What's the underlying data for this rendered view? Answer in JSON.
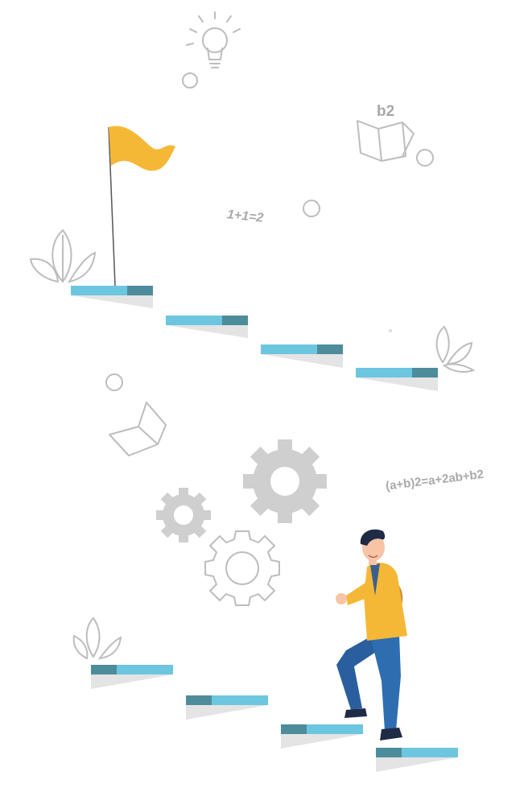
{
  "formulas": {
    "b_squared": "b2",
    "one_plus_one": "1+1=2",
    "binomial": "(a+b)2=a+2ab+b2"
  },
  "colors": {
    "background": "#ffffff",
    "step_light": "#6cc6df",
    "step_dark": "#4d8c9b",
    "step_shadow": "#e4e4e4",
    "flag": "#f5b836",
    "gear_gray": "#cfcfcf",
    "line_art": "#bdbdbd",
    "jacket": "#f5b836",
    "trousers": "#2e6db0",
    "hair": "#1f2a44",
    "skin": "#f7c4a5"
  },
  "icons": [
    "lightbulb-icon",
    "open-book-icon",
    "gear-icon",
    "flag-icon",
    "leaf-icon",
    "bubble-icon"
  ]
}
